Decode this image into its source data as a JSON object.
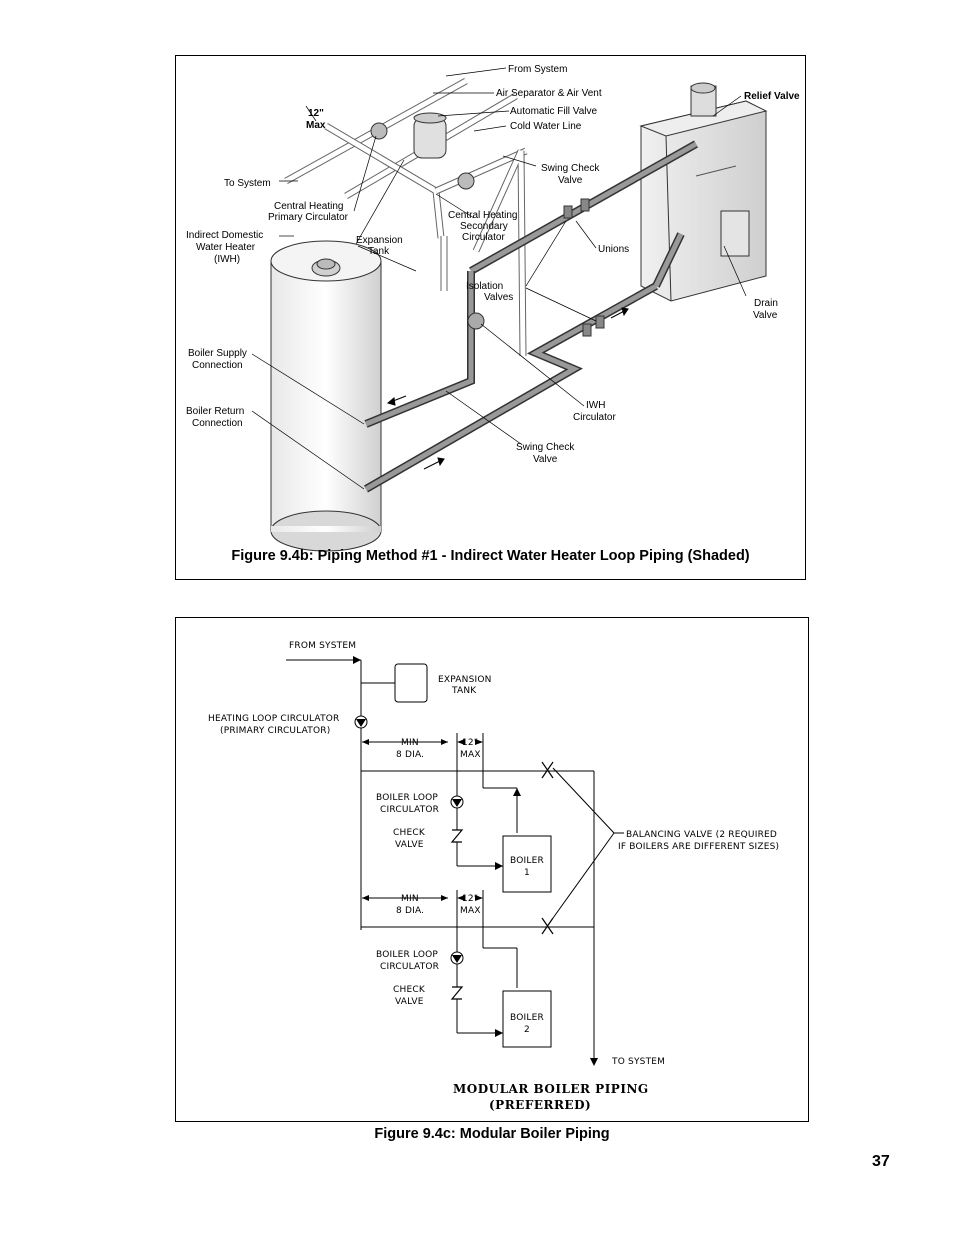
{
  "figure_b": {
    "caption": "Figure 9.4b: Piping Method #1 - Indirect Water Heater Loop Piping (Shaded)",
    "labels": {
      "from_system": "From System",
      "air_separator": "Air Separator & Air Vent",
      "auto_fill": "Automatic Fill Valve",
      "cold_water": "Cold Water Line",
      "relief_valve": "Relief Valve",
      "max_12_a": "12\"",
      "max_12_b": "Max",
      "to_system": "To System",
      "swing_check_top_a": "Swing Check",
      "swing_check_top_b": "Valve",
      "central_primary_a": "Central Heating",
      "central_primary_b": "Primary Circulator",
      "central_secondary_a": "Central Heating",
      "central_secondary_b": "Secondary",
      "central_secondary_c": "Circulator",
      "iwh_a": "Indirect Domestic",
      "iwh_b": "Water Heater",
      "iwh_c": "(IWH)",
      "expansion_a": "Expansion",
      "expansion_b": "Tank",
      "unions": "Unions",
      "isolation_a": "Isolation",
      "isolation_b": "Valves",
      "drain_a": "Drain",
      "drain_b": "Valve",
      "boiler_supply_a": "Boiler Supply",
      "boiler_supply_b": "Connection",
      "iwh_circ_a": "IWH",
      "iwh_circ_b": "Circulator",
      "boiler_return_a": "Boiler Return",
      "boiler_return_b": "Connection",
      "swing_check_bot_a": "Swing Check",
      "swing_check_bot_b": "Valve"
    }
  },
  "figure_c": {
    "caption": "Figure 9.4c: Modular Boiler Piping",
    "labels": {
      "from_system": "FROM SYSTEM",
      "expansion_a": "EXPANSION",
      "expansion_b": "TANK",
      "heating_loop_a": "HEATING LOOP CIRCULATOR",
      "heating_loop_b": "(PRIMARY CIRCULATOR)",
      "min_a1": "MIN",
      "min_b1": "8 DIA.",
      "max_a1": "12\"",
      "max_b1": "MAX",
      "boiler_loop1_a": "BOILER LOOP",
      "boiler_loop1_b": "CIRCULATOR",
      "check1_a": "CHECK",
      "check1_b": "VALVE",
      "boiler1_a": "BOILER",
      "boiler1_b": "1",
      "balancing_a": "BALANCING VALVE (2 REQUIRED",
      "balancing_b": "IF BOILERS ARE DIFFERENT SIZES)",
      "min_a2": "MIN",
      "min_b2": "8 DIA.",
      "max_a2": "12\"",
      "max_b2": "MAX",
      "boiler_loop2_a": "BOILER LOOP",
      "boiler_loop2_b": "CIRCULATOR",
      "check2_a": "CHECK",
      "check2_b": "VALVE",
      "boiler2_a": "BOILER",
      "boiler2_b": "2",
      "to_system": "TO SYSTEM",
      "title_a": "MODULAR BOILER PIPING",
      "title_b": "(PREFERRED)"
    }
  },
  "page_number": "37"
}
